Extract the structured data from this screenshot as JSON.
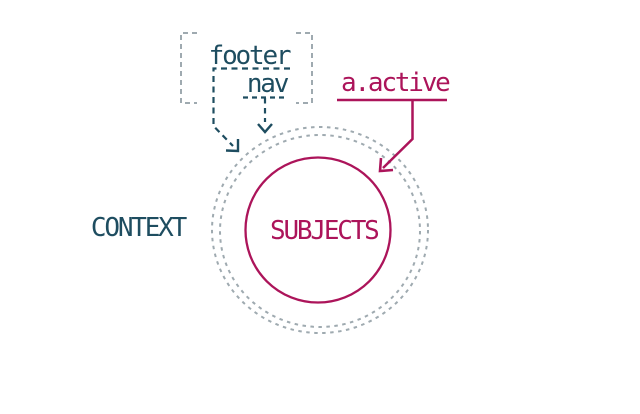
{
  "diagram": {
    "colors": {
      "context": "#1e4d60",
      "subject": "#ac145a",
      "muted": "#9faab0",
      "background": "#ffffff"
    },
    "context_group": {
      "items": [
        {
          "label": "footer"
        },
        {
          "label": "nav"
        }
      ],
      "ring_label": "CONTEXT"
    },
    "subject_group": {
      "selector_label": "a.active",
      "circle_label": "SUBJECTS"
    }
  }
}
